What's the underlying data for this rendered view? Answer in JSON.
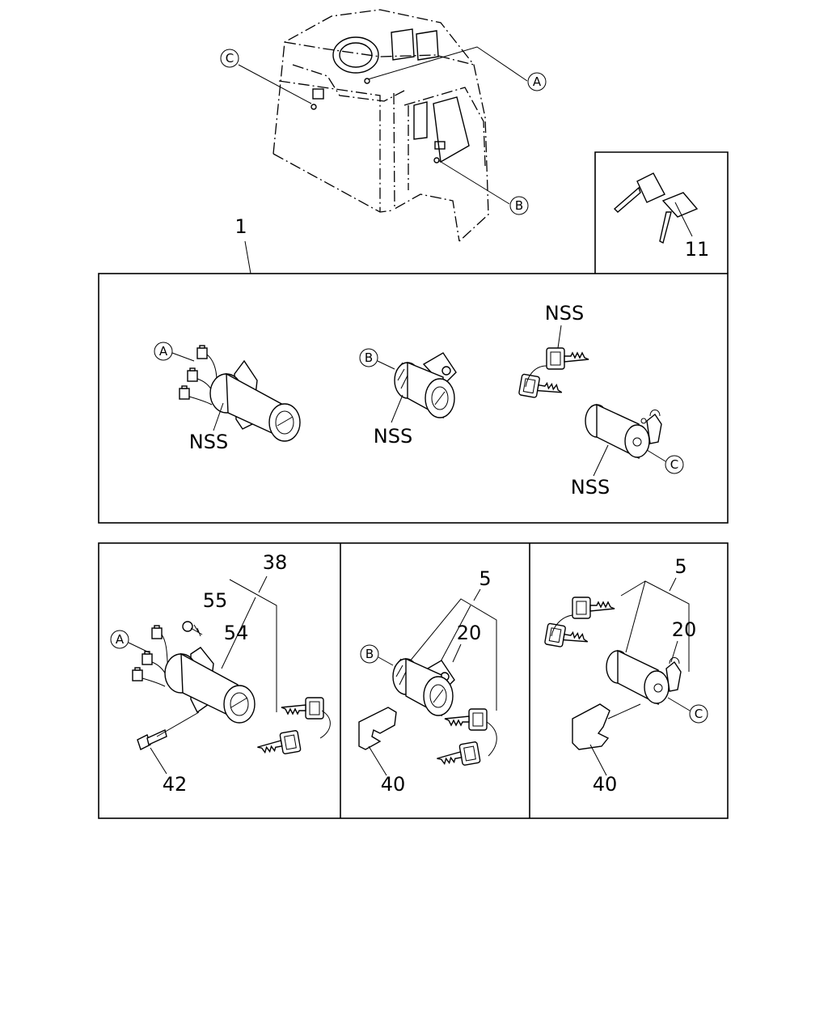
{
  "callouts": {
    "a": "A",
    "b": "B",
    "c": "C"
  },
  "labels": {
    "assembly": "1",
    "key_set": "11",
    "nss_1": "NSS",
    "nss_2": "NSS",
    "nss_3": "NSS",
    "nss_4": "NSS",
    "p38": "38",
    "p55": "55",
    "p54": "54",
    "p42": "42",
    "p5_b": "5",
    "p20_b": "20",
    "p40_b": "40",
    "p5_c": "5",
    "p20_c": "20",
    "p40_c": "40"
  }
}
